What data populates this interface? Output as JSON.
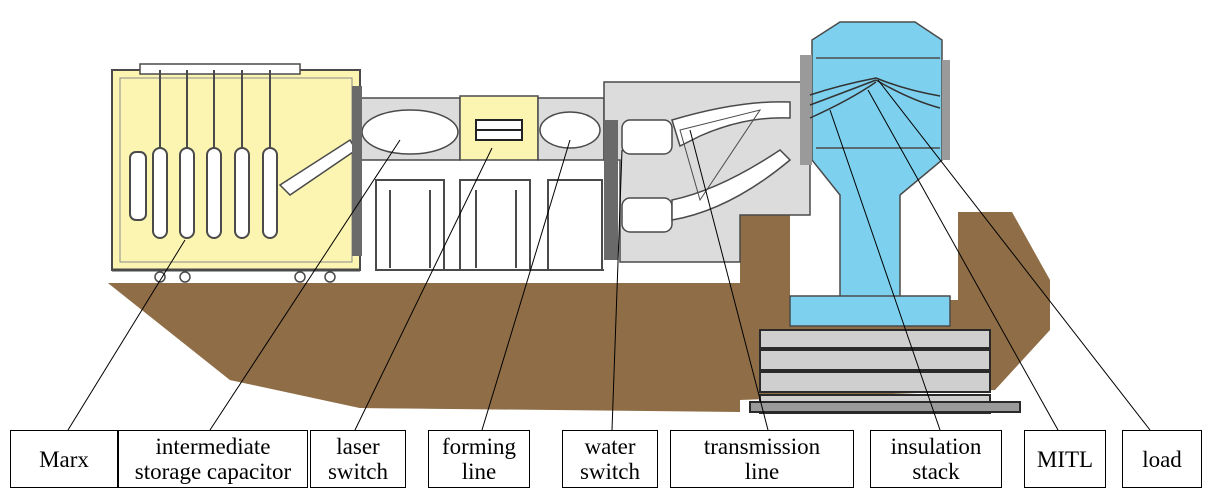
{
  "labels": {
    "marx": "Marx",
    "storage_capacitor": "intermediate\nstorage capacitor",
    "laser_switch": "laser\nswitch",
    "forming_line": "forming\nline",
    "water_switch": "water\nswitch",
    "transmission_line": "transmission\nline",
    "insulation_stack": "insulation\nstack",
    "mitl": "MITL",
    "load": "load"
  },
  "colors": {
    "ground": "#8f6e47",
    "marx_tank": "#fbf5b1",
    "vacuum_chamber": "#7ed1ee",
    "water_section": "#dcdcdc",
    "frame": "#4a4a4a",
    "line": "#000000"
  }
}
